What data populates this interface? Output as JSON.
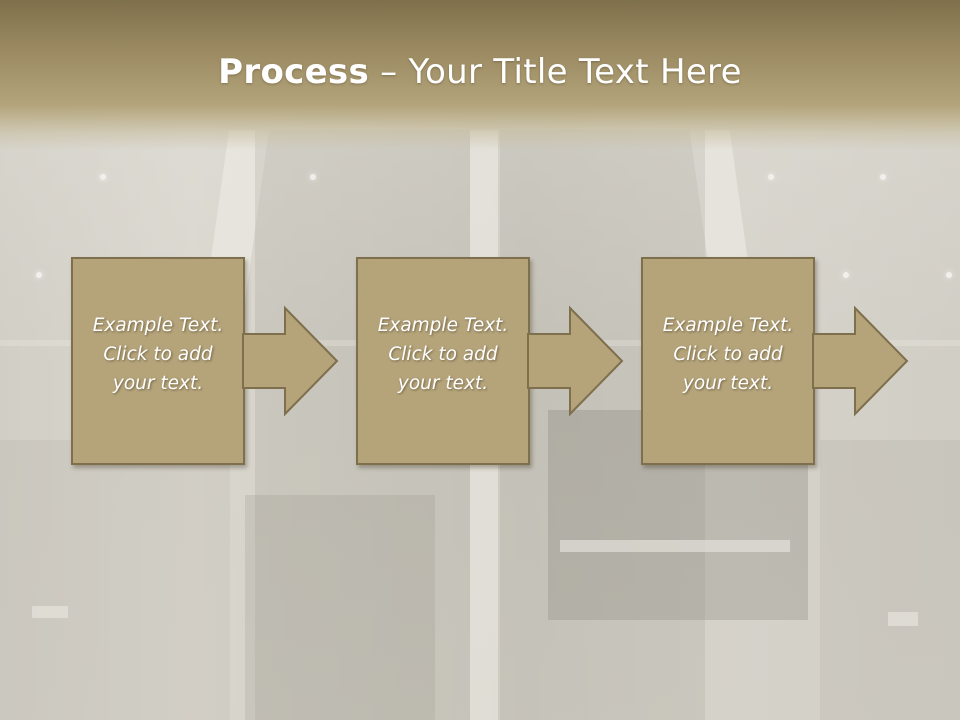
{
  "title": {
    "bold": "Process",
    "rest": " – Your Title Text Here"
  },
  "steps": [
    {
      "text": "Example Text.\nClick  to add\nyour text."
    },
    {
      "text": "Example Text.\nClick  to add\nyour text."
    },
    {
      "text": "Example Text.\nClick  to add\nyour text."
    }
  ],
  "colors": {
    "step_fill": "#b5a47a",
    "step_border": "#7e6f4d",
    "header": "#9c8b62",
    "text": "#ffffff"
  },
  "icons": [
    "arrow-right-icon"
  ]
}
